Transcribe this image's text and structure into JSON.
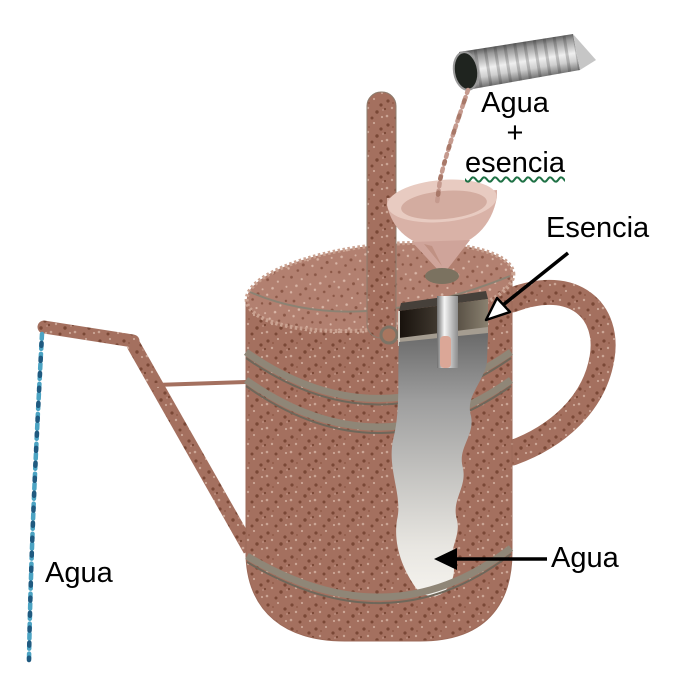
{
  "diagram": {
    "subject": "Regadera (watering can) cutaway showing essence layer floating on water",
    "labels": {
      "pour_line1": "Agua",
      "pour_line2": "+",
      "pour_line3": "esencia",
      "essence": "Esencia",
      "water_inside": "Agua",
      "water_out": "Agua"
    },
    "colors": {
      "background": "#ffffff",
      "can_body": "#a4705f",
      "can_speckle_dark": "#7a4836",
      "can_speckle_light": "#cba595",
      "can_lid": "#b28070",
      "band": "#8f8677",
      "band_shadow": "#6f675a",
      "funnel": "#d9b2a7",
      "funnel_opening": "#e8cbc1",
      "funnel_hole": "#7b7260",
      "essence_layer": "#17110c",
      "water_column_top": "#6b6b6b",
      "water_column_bottom": "#f6f4ef",
      "essence_stream": "#c59a8e",
      "water_stream": "#4ba3c3",
      "metal_vessel_dark": "#2e2e2e",
      "arrow": "#000000",
      "spellcheck_underline": "#1e7145",
      "text": "#000000"
    }
  }
}
